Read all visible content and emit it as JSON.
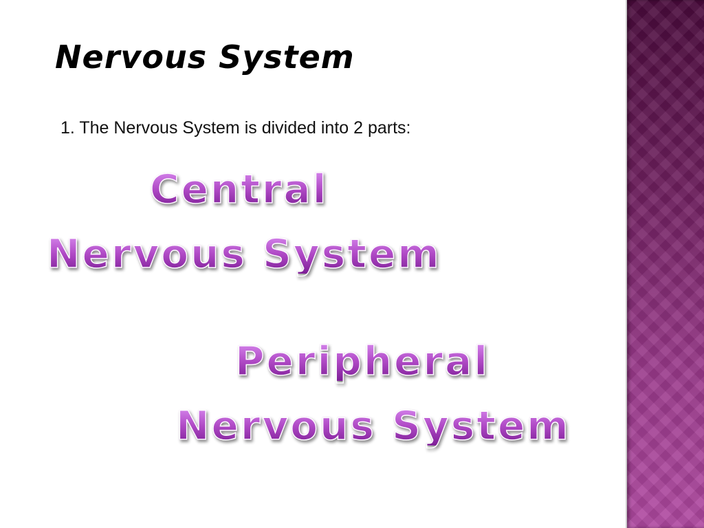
{
  "slide": {
    "title": "Nervous System",
    "bullet": "1. The Nervous System is divided into 2 parts:",
    "parts": [
      {
        "line1": "Central",
        "line2": "Nervous System"
      },
      {
        "line1": "Peripheral",
        "line2": "Nervous System"
      }
    ]
  },
  "colors": {
    "wordart": "#b04ac6",
    "side_band_top": "#4a0b3c",
    "side_band_bottom": "#b049a1"
  }
}
